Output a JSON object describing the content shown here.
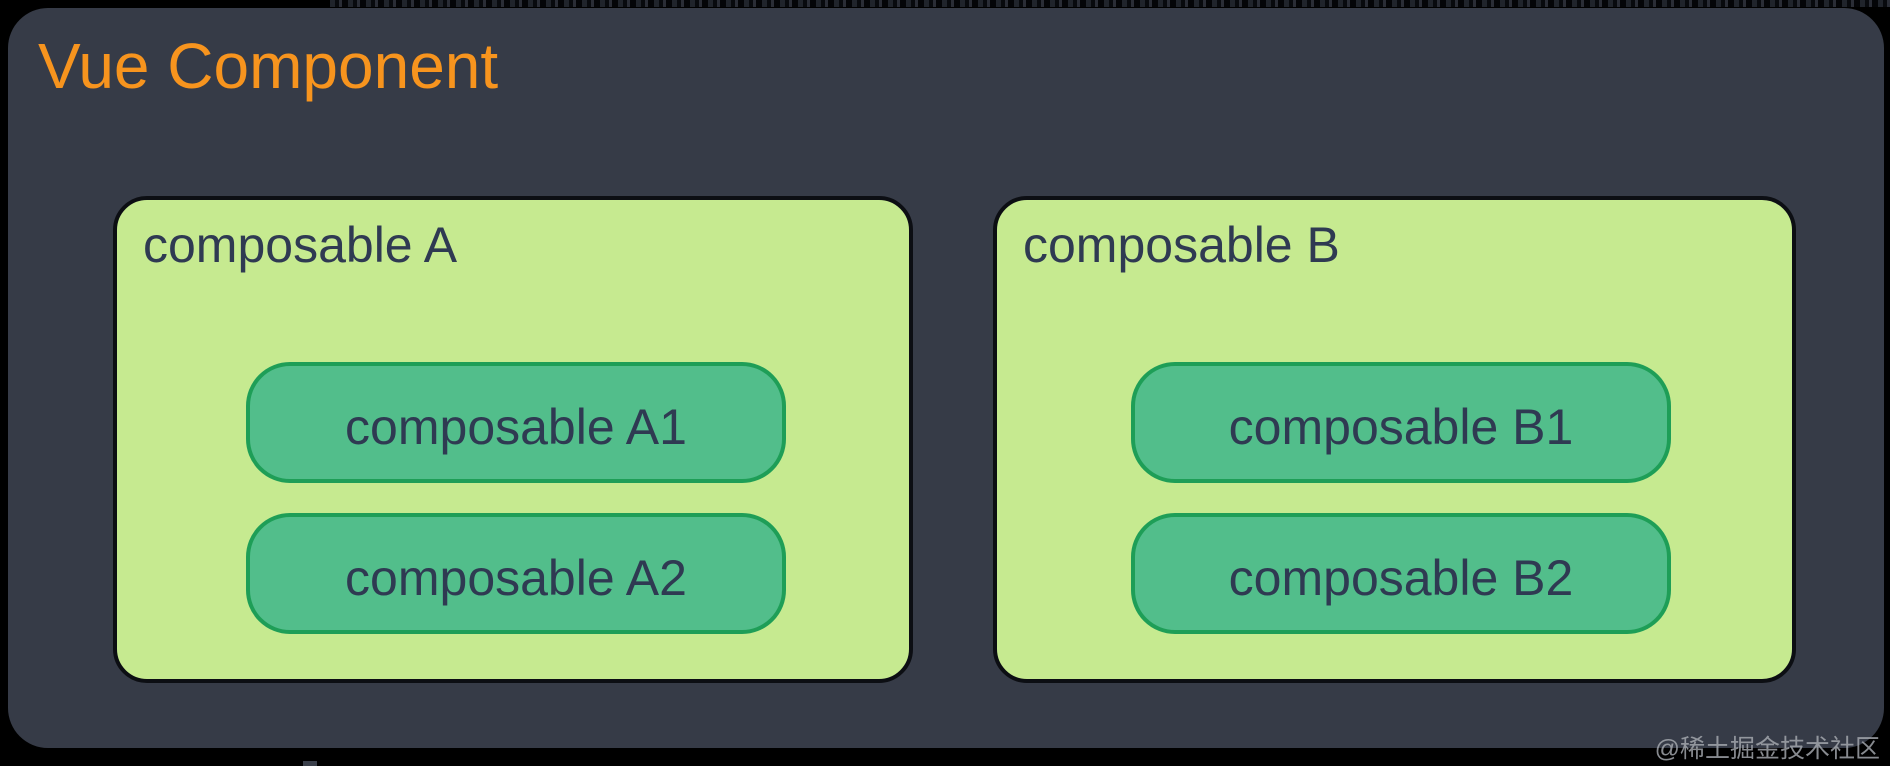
{
  "diagram": {
    "title": "Vue Component",
    "groups": [
      {
        "label": "composable A",
        "children": [
          "composable A1",
          "composable A2"
        ]
      },
      {
        "label": "composable B",
        "children": [
          "composable B1",
          "composable B2"
        ]
      }
    ]
  },
  "watermark": "@稀土掘金技术社区",
  "colors": {
    "background": "#000000",
    "panel": "#363b47",
    "title": "#f7941e",
    "box-fill": "#c6ea90",
    "box-border": "#0c0e13",
    "pill-fill": "#52be8b",
    "pill-border": "#1e9e57",
    "ink": "#2f3a52",
    "watermark": "#a9adb3"
  }
}
